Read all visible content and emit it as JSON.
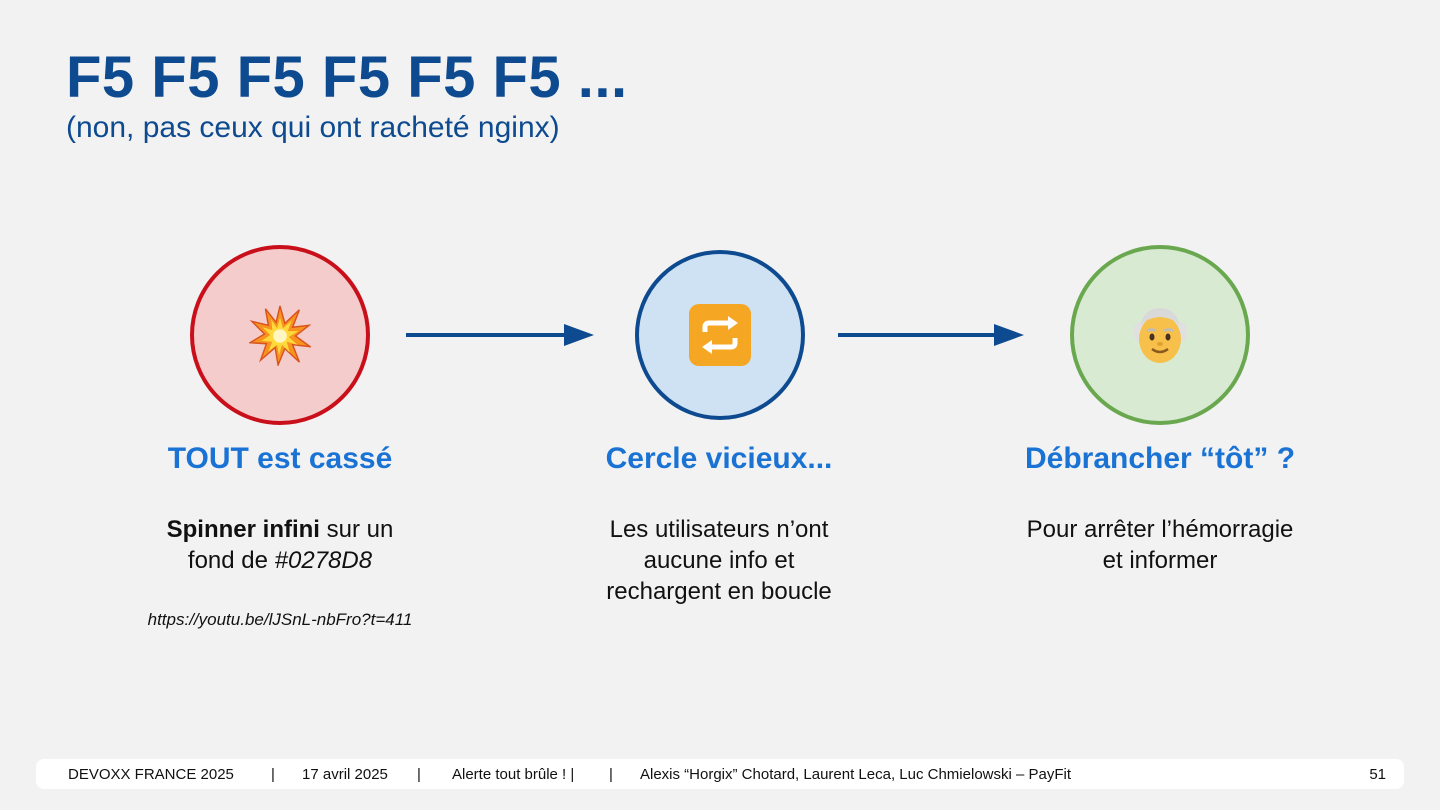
{
  "slide": {
    "title": "F5 F5 F5 F5 F5 F5 ...",
    "subtitle": "(non, pas ceux qui ont racheté nginx)"
  },
  "steps": [
    {
      "icon": "explosion-icon",
      "heading": "TOUT est cassé",
      "body_bold": "Spinner infini",
      "body_rest": " sur un",
      "body_line2_plain": "fond de ",
      "body_line2_italic": "#0278D8",
      "link": "https://youtu.be/lJSnL-nbFro?t=411",
      "color": "#c9101a"
    },
    {
      "icon": "repeat-icon",
      "heading": "Cercle vicieux...",
      "body": [
        "Les utilisateurs n’ont",
        "aucune info et",
        "rechargent en boucle"
      ],
      "color": "#0d4a8f"
    },
    {
      "icon": "old-man-icon",
      "heading": "Débrancher “tôt” ?",
      "body": [
        "Pour arrêter l’hémorragie",
        "et informer"
      ],
      "color": "#6aa84f"
    }
  ],
  "footer": {
    "event": "DEVOXX FRANCE 2025",
    "sep1": "|",
    "date": "17 avril 2025",
    "sep2": "|",
    "talk": "Alerte tout brûle ! |",
    "sep3": "|",
    "authors": "Alexis “Horgix” Chotard, Laurent Leca, Luc Chmielowski – PayFit",
    "page": "51"
  },
  "colors": {
    "title": "#0d4a8f",
    "heading": "#1a73d4",
    "background": "#f2f2f2"
  }
}
